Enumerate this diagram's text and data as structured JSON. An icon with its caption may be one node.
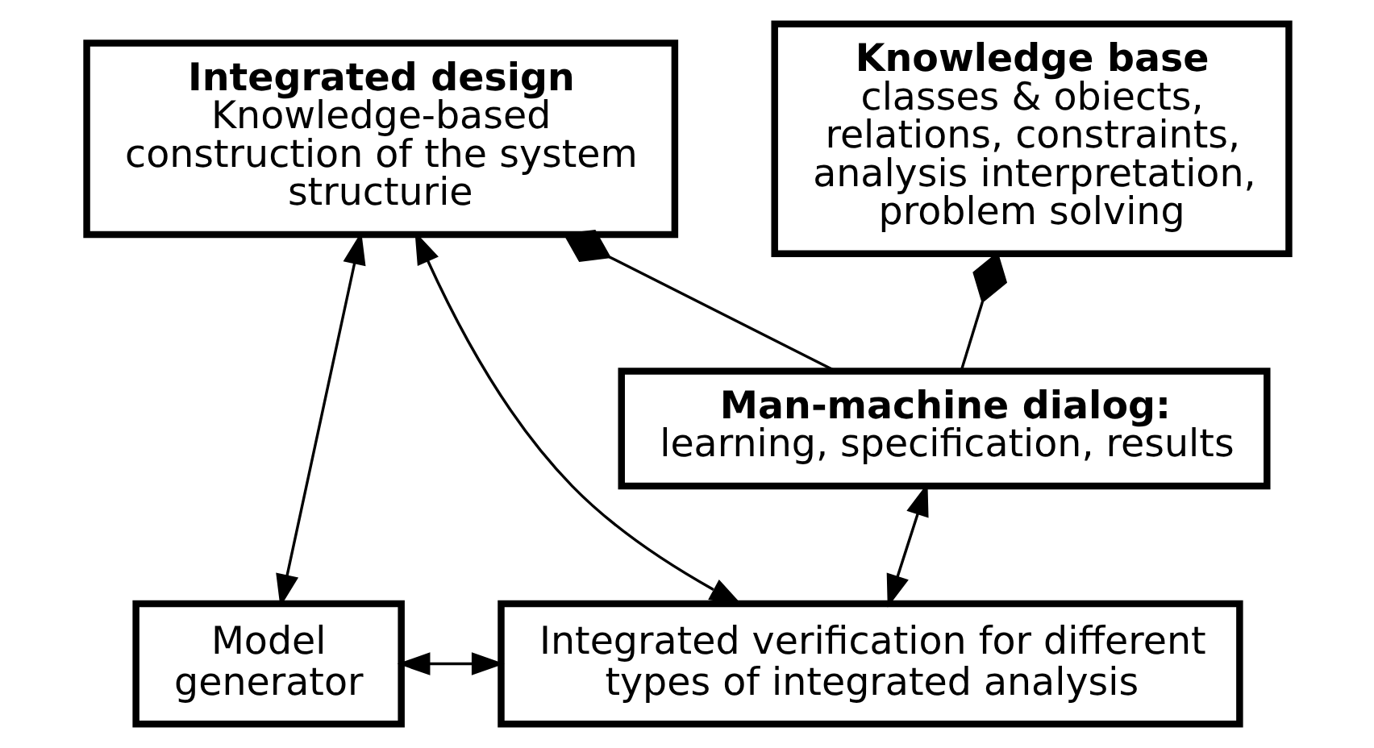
{
  "diagram": {
    "nodes": [
      {
        "text": [
          "Man-machine dialog:",
          "learning, specification, results"
        ]
      },
      {
        "text": [
          "Knowledge base",
          "classes & obiects, relations, constraints, analysis interpretation, problem solving"
        ]
      },
      {
        "text": [
          "Integrated design",
          "Knowledge-based construction of the system structurie"
        ]
      },
      {
        "text": [
          "Model generator"
        ]
      },
      {
        "text": [
          "Integrated verification for different types of integrated analysis"
        ]
      }
    ],
    "edges": [
      {
        "from": 0,
        "to": 4,
        "arrow": "both"
      },
      {
        "from": 1,
        "to": 0,
        "arrow": "other"
      },
      {
        "from": 2,
        "to": 0,
        "arrow": "other"
      },
      {
        "from": 2,
        "to": 3,
        "arrow": "both"
      },
      {
        "from": 2,
        "to": 4,
        "arrow": "both"
      },
      {
        "from": 3,
        "to": 4,
        "arrow": "both"
      }
    ]
  }
}
